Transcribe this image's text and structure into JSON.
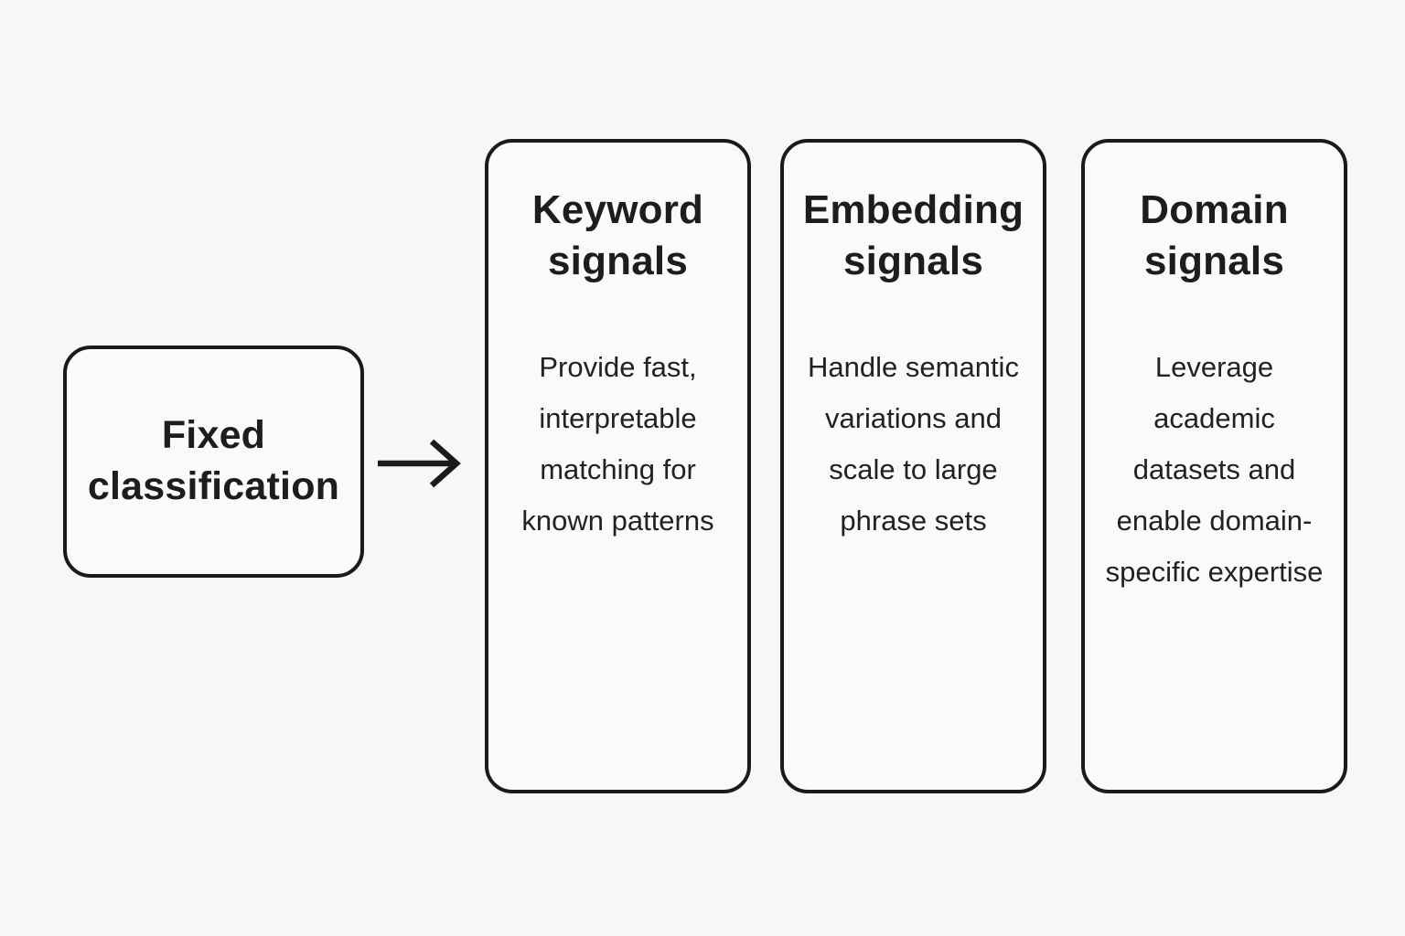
{
  "page": {
    "background_color": "#f7f7f6",
    "box_fill_color": "#fafafa",
    "border_color": "#1a1a1a",
    "text_color": "#1d1d1f"
  },
  "diagram": {
    "source_box": {
      "label": "Fixed classification"
    },
    "arrow": {
      "direction": "right"
    },
    "cards": [
      {
        "title": "Keyword signals",
        "body": "Provide fast, interpretable matching for known patterns"
      },
      {
        "title": "Embedding signals",
        "body": "Handle semantic variations and scale to large phrase sets"
      },
      {
        "title": "Domain signals",
        "body": "Leverage academic datasets and enable domain-specific expertise"
      }
    ]
  }
}
